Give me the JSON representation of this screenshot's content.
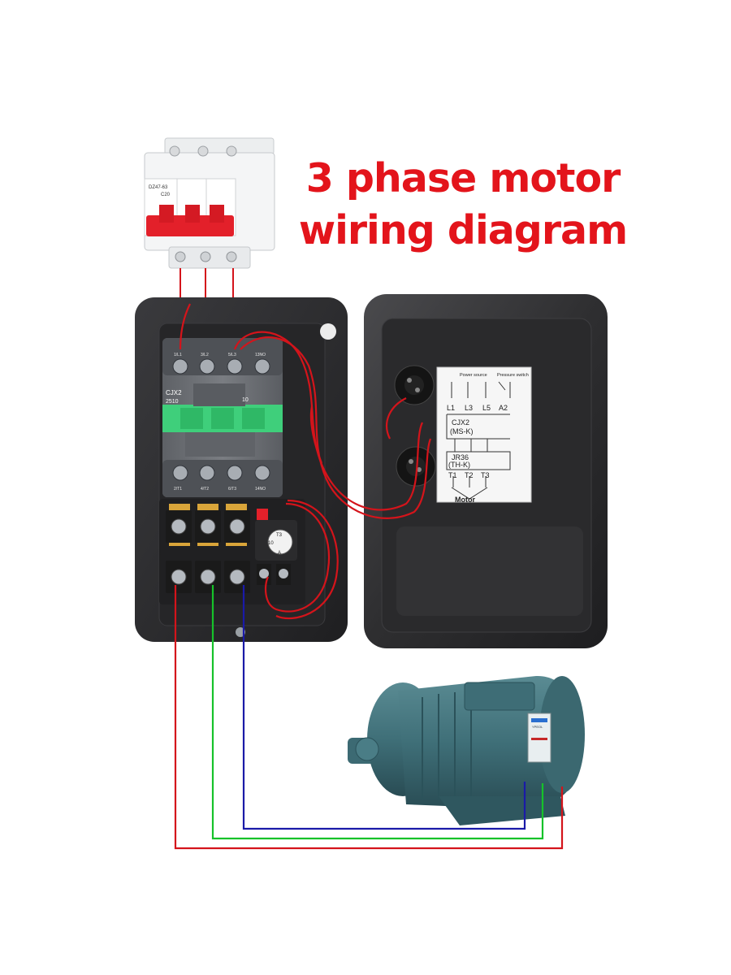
{
  "title": {
    "line1": "3 phase motor",
    "line2": "wiring diagram"
  },
  "colors": {
    "title": "#e3141b",
    "wire_red": "#d4141b",
    "wire_green": "#16c22a",
    "wire_blue": "#1a1aa8",
    "enclosure": "#2a2a2c",
    "contactor": "#6f7277",
    "contactor_green": "#3fcf7b",
    "motor": "#3f6f78"
  },
  "breaker": {
    "model": "DZ47-63",
    "rating": "C20"
  },
  "contactor": {
    "model": "CJX2",
    "code": "2510",
    "aux": "10",
    "top_terminals": [
      "1/L1",
      "3/L2",
      "5/L3",
      "13NO"
    ],
    "bottom_terminals": [
      "2/T1",
      "4/T2",
      "6/T3",
      "14NO"
    ]
  },
  "relay": {
    "label_top": "T3",
    "label_side": "10",
    "label_bottom": "A"
  },
  "lid_label": {
    "power_source": "Power source",
    "pressure_switch": "Pressure switch",
    "inputs": [
      "L1",
      "L3",
      "L5",
      "A2"
    ],
    "contactor": "CJX2",
    "contactor_sub": "(MS-K)",
    "relay": "JR36",
    "relay_sub": "(TH-K)",
    "outputs": [
      "T1",
      "T2",
      "T3"
    ],
    "motor": "Motor"
  },
  "motor": {
    "plate_brand": "YPEOL"
  }
}
